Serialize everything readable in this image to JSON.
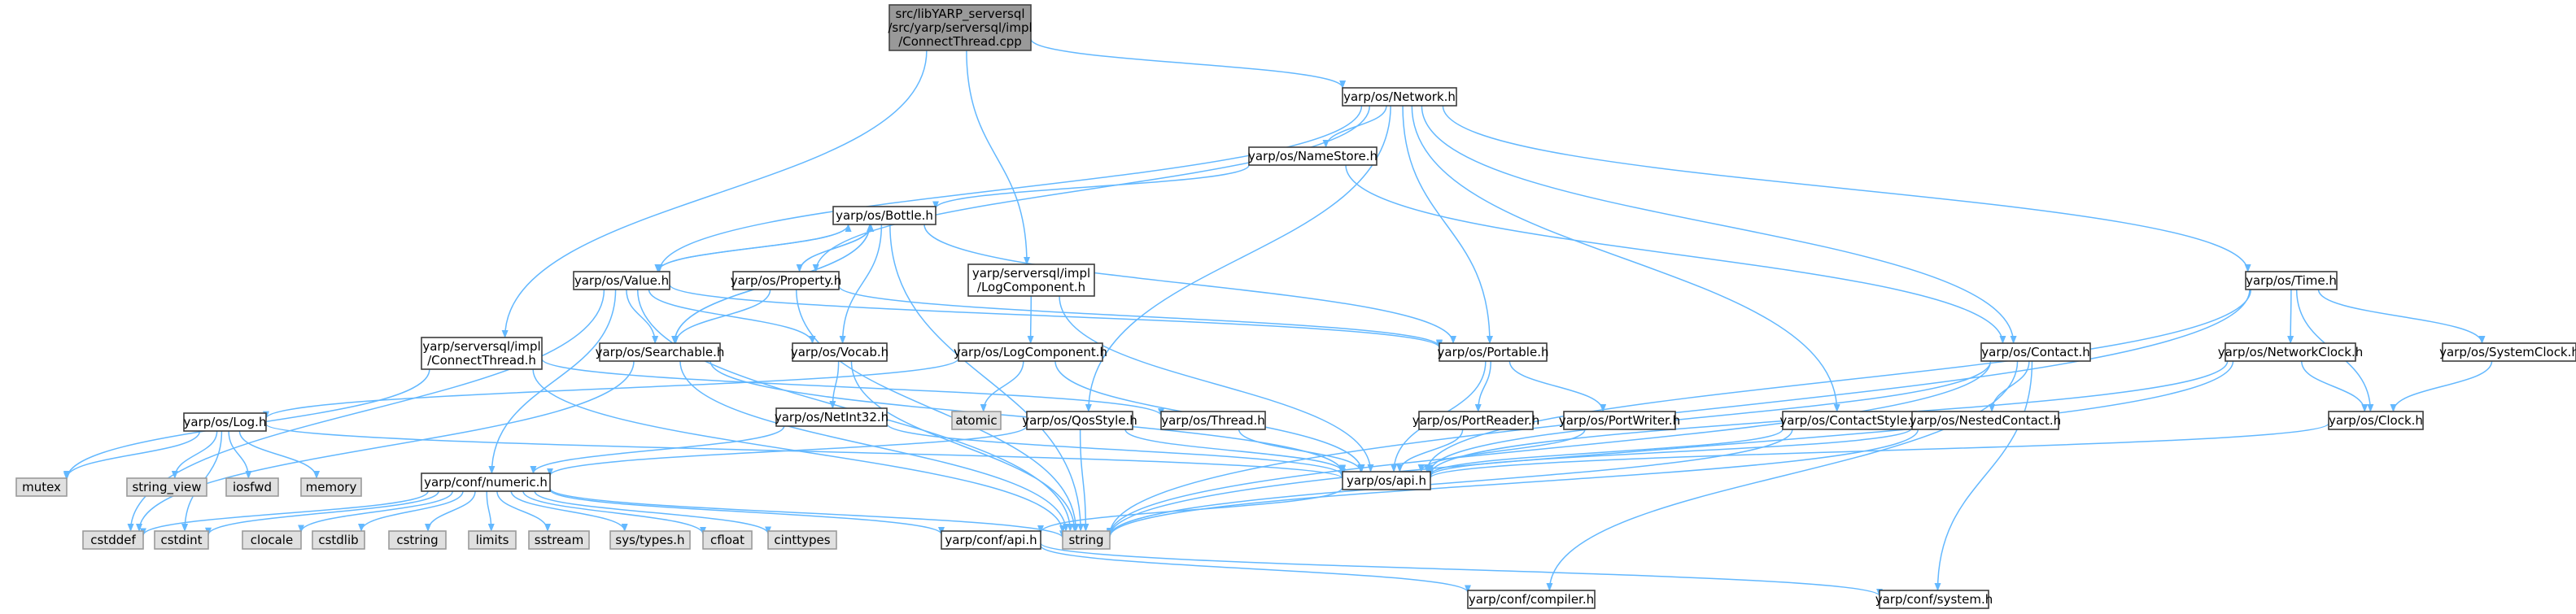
{
  "root": {
    "id": "root",
    "lines": [
      "src/libYARP_serversql",
      "/src/yarp/serversql/impl",
      "/ConnectThread.cpp"
    ]
  },
  "nodes": [
    {
      "id": "network",
      "lines": [
        "yarp/os/Network.h"
      ]
    },
    {
      "id": "connectthread_h",
      "lines": [
        "yarp/serversql/impl",
        "/ConnectThread.h"
      ]
    },
    {
      "id": "logcomponent_h",
      "lines": [
        "yarp/serversql/impl",
        "/LogComponent.h"
      ]
    },
    {
      "id": "namestore",
      "lines": [
        "yarp/os/NameStore.h"
      ]
    },
    {
      "id": "bottle",
      "lines": [
        "yarp/os/Bottle.h"
      ]
    },
    {
      "id": "value",
      "lines": [
        "yarp/os/Value.h"
      ]
    },
    {
      "id": "property",
      "lines": [
        "yarp/os/Property.h"
      ]
    },
    {
      "id": "searchable",
      "lines": [
        "yarp/os/Searchable.h"
      ]
    },
    {
      "id": "vocab",
      "lines": [
        "yarp/os/Vocab.h"
      ]
    },
    {
      "id": "portable",
      "lines": [
        "yarp/os/Portable.h"
      ]
    },
    {
      "id": "os_logcomponent",
      "lines": [
        "yarp/os/LogComponent.h"
      ]
    },
    {
      "id": "log",
      "lines": [
        "yarp/os/Log.h"
      ]
    },
    {
      "id": "netint32",
      "lines": [
        "yarp/os/NetInt32.h"
      ]
    },
    {
      "id": "qosstyle",
      "lines": [
        "yarp/os/QosStyle.h"
      ]
    },
    {
      "id": "thread",
      "lines": [
        "yarp/os/Thread.h"
      ]
    },
    {
      "id": "portreader",
      "lines": [
        "yarp/os/PortReader.h"
      ]
    },
    {
      "id": "portwriter",
      "lines": [
        "yarp/os/PortWriter.h"
      ]
    },
    {
      "id": "os_api",
      "lines": [
        "yarp/os/api.h"
      ]
    },
    {
      "id": "contactstyle",
      "lines": [
        "yarp/os/ContactStyle.h"
      ]
    },
    {
      "id": "contact",
      "lines": [
        "yarp/os/Contact.h"
      ]
    },
    {
      "id": "nestedcontact",
      "lines": [
        "yarp/os/NestedContact.h"
      ]
    },
    {
      "id": "time",
      "lines": [
        "yarp/os/Time.h"
      ]
    },
    {
      "id": "networkclock",
      "lines": [
        "yarp/os/NetworkClock.h"
      ]
    },
    {
      "id": "systemclock",
      "lines": [
        "yarp/os/SystemClock.h"
      ]
    },
    {
      "id": "clock",
      "lines": [
        "yarp/os/Clock.h"
      ]
    },
    {
      "id": "numeric",
      "lines": [
        "yarp/conf/numeric.h"
      ]
    },
    {
      "id": "conf_api",
      "lines": [
        "yarp/conf/api.h"
      ]
    },
    {
      "id": "compiler",
      "lines": [
        "yarp/conf/compiler.h"
      ]
    },
    {
      "id": "system",
      "lines": [
        "yarp/conf/system.h"
      ]
    },
    {
      "id": "mutex",
      "lines": [
        "mutex"
      ],
      "sys": true
    },
    {
      "id": "string_view",
      "lines": [
        "string_view"
      ],
      "sys": true
    },
    {
      "id": "iosfwd",
      "lines": [
        "iosfwd"
      ],
      "sys": true
    },
    {
      "id": "memory",
      "lines": [
        "memory"
      ],
      "sys": true
    },
    {
      "id": "atomic",
      "lines": [
        "atomic"
      ],
      "sys": true
    },
    {
      "id": "cstddef",
      "lines": [
        "cstddef"
      ],
      "sys": true
    },
    {
      "id": "cstdint",
      "lines": [
        "cstdint"
      ],
      "sys": true
    },
    {
      "id": "clocale",
      "lines": [
        "clocale"
      ],
      "sys": true
    },
    {
      "id": "cstdlib",
      "lines": [
        "cstdlib"
      ],
      "sys": true
    },
    {
      "id": "cstring",
      "lines": [
        "cstring"
      ],
      "sys": true
    },
    {
      "id": "limits",
      "lines": [
        "limits"
      ],
      "sys": true
    },
    {
      "id": "sstream",
      "lines": [
        "sstream"
      ],
      "sys": true
    },
    {
      "id": "systypes",
      "lines": [
        "sys/types.h"
      ],
      "sys": true
    },
    {
      "id": "cfloat",
      "lines": [
        "cfloat"
      ],
      "sys": true
    },
    {
      "id": "cinttypes",
      "lines": [
        "cinttypes"
      ],
      "sys": true
    },
    {
      "id": "string",
      "lines": [
        "string"
      ],
      "sys": true
    }
  ],
  "edges": [
    [
      "root",
      "network"
    ],
    [
      "root",
      "connectthread_h"
    ],
    [
      "root",
      "logcomponent_h"
    ],
    [
      "network",
      "namestore"
    ],
    [
      "network",
      "value"
    ],
    [
      "network",
      "property"
    ],
    [
      "network",
      "portable"
    ],
    [
      "network",
      "qosstyle"
    ],
    [
      "network",
      "contactstyle"
    ],
    [
      "network",
      "contact"
    ],
    [
      "network",
      "time"
    ],
    [
      "namestore",
      "bottle"
    ],
    [
      "namestore",
      "contact"
    ],
    [
      "bottle",
      "value"
    ],
    [
      "bottle",
      "property"
    ],
    [
      "bottle",
      "searchable"
    ],
    [
      "bottle",
      "vocab"
    ],
    [
      "bottle",
      "portable"
    ],
    [
      "bottle",
      "string"
    ],
    [
      "value",
      "bottle"
    ],
    [
      "value",
      "searchable"
    ],
    [
      "value",
      "vocab"
    ],
    [
      "value",
      "portable"
    ],
    [
      "value",
      "numeric"
    ],
    [
      "value",
      "cstddef"
    ],
    [
      "value",
      "string"
    ],
    [
      "property",
      "bottle"
    ],
    [
      "property",
      "searchable"
    ],
    [
      "property",
      "portable"
    ],
    [
      "property",
      "string"
    ],
    [
      "searchable",
      "bottle"
    ],
    [
      "searchable",
      "os_api"
    ],
    [
      "searchable",
      "string"
    ],
    [
      "searchable",
      "cstddef"
    ],
    [
      "vocab",
      "netint32"
    ],
    [
      "vocab",
      "string"
    ],
    [
      "portable",
      "portreader"
    ],
    [
      "portable",
      "portwriter"
    ],
    [
      "portable",
      "os_api"
    ],
    [
      "logcomponent_h",
      "os_logcomponent"
    ],
    [
      "logcomponent_h",
      "os_api"
    ],
    [
      "os_logcomponent",
      "log"
    ],
    [
      "os_logcomponent",
      "atomic"
    ],
    [
      "os_logcomponent",
      "os_api"
    ],
    [
      "connectthread_h",
      "thread"
    ],
    [
      "connectthread_h",
      "mutex"
    ],
    [
      "connectthread_h",
      "string"
    ],
    [
      "log",
      "mutex"
    ],
    [
      "log",
      "string_view"
    ],
    [
      "log",
      "iosfwd"
    ],
    [
      "log",
      "memory"
    ],
    [
      "log",
      "cstdint"
    ],
    [
      "log",
      "os_api"
    ],
    [
      "netint32",
      "numeric"
    ],
    [
      "netint32",
      "os_api"
    ],
    [
      "qosstyle",
      "numeric"
    ],
    [
      "qosstyle",
      "os_api"
    ],
    [
      "qosstyle",
      "string"
    ],
    [
      "thread",
      "os_api"
    ],
    [
      "portreader",
      "os_api"
    ],
    [
      "portwriter",
      "os_api"
    ],
    [
      "contactstyle",
      "os_api"
    ],
    [
      "contactstyle",
      "string"
    ],
    [
      "contact",
      "nestedcontact"
    ],
    [
      "contact",
      "os_api"
    ],
    [
      "contact",
      "string"
    ],
    [
      "contact",
      "compiler"
    ],
    [
      "contact",
      "system"
    ],
    [
      "nestedcontact",
      "os_api"
    ],
    [
      "nestedcontact",
      "string"
    ],
    [
      "time",
      "networkclock"
    ],
    [
      "time",
      "systemclock"
    ],
    [
      "time",
      "clock"
    ],
    [
      "time",
      "os_api"
    ],
    [
      "time",
      "string"
    ],
    [
      "networkclock",
      "clock"
    ],
    [
      "networkclock",
      "os_api"
    ],
    [
      "networkclock",
      "string"
    ],
    [
      "systemclock",
      "clock"
    ],
    [
      "clock",
      "os_api"
    ],
    [
      "os_api",
      "conf_api"
    ],
    [
      "numeric",
      "cstddef"
    ],
    [
      "numeric",
      "cstdint"
    ],
    [
      "numeric",
      "clocale"
    ],
    [
      "numeric",
      "cstdlib"
    ],
    [
      "numeric",
      "cstring"
    ],
    [
      "numeric",
      "limits"
    ],
    [
      "numeric",
      "sstream"
    ],
    [
      "numeric",
      "systypes"
    ],
    [
      "numeric",
      "cfloat"
    ],
    [
      "numeric",
      "cinttypes"
    ],
    [
      "numeric",
      "string"
    ],
    [
      "numeric",
      "conf_api"
    ],
    [
      "conf_api",
      "compiler"
    ],
    [
      "conf_api",
      "system"
    ]
  ]
}
